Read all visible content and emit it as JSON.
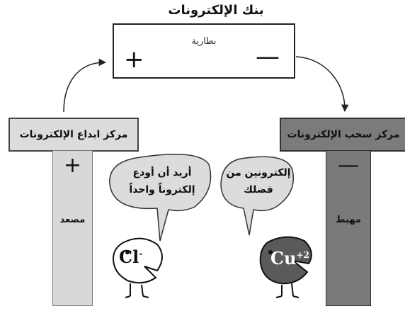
{
  "title": "بنك الإلكترونات",
  "battery": {
    "label": "بطارية",
    "plus": "+",
    "minus": "—"
  },
  "left_center": "مركز ابداع الإلكترونات",
  "right_center": "مركز سحب الإلكترونات",
  "anode": {
    "sign": "+",
    "name": "مصعد"
  },
  "cathode": {
    "sign": "—",
    "name": "مهبط"
  },
  "left_bubble": {
    "line1": "أريد أن أودع",
    "line2": "إلكتروناً واحداً"
  },
  "right_bubble": {
    "line1": "إلكترونين من",
    "line2": "فضلك"
  },
  "chloride": {
    "symbol": "Cl",
    "charge": "-"
  },
  "copper": {
    "symbol": "Cu",
    "charge": "+2"
  },
  "colors": {
    "left_box": "#dcdcdc",
    "right_box": "#7b7b7b",
    "anode": "#d8d8d8",
    "cathode": "#7a7a7a"
  }
}
